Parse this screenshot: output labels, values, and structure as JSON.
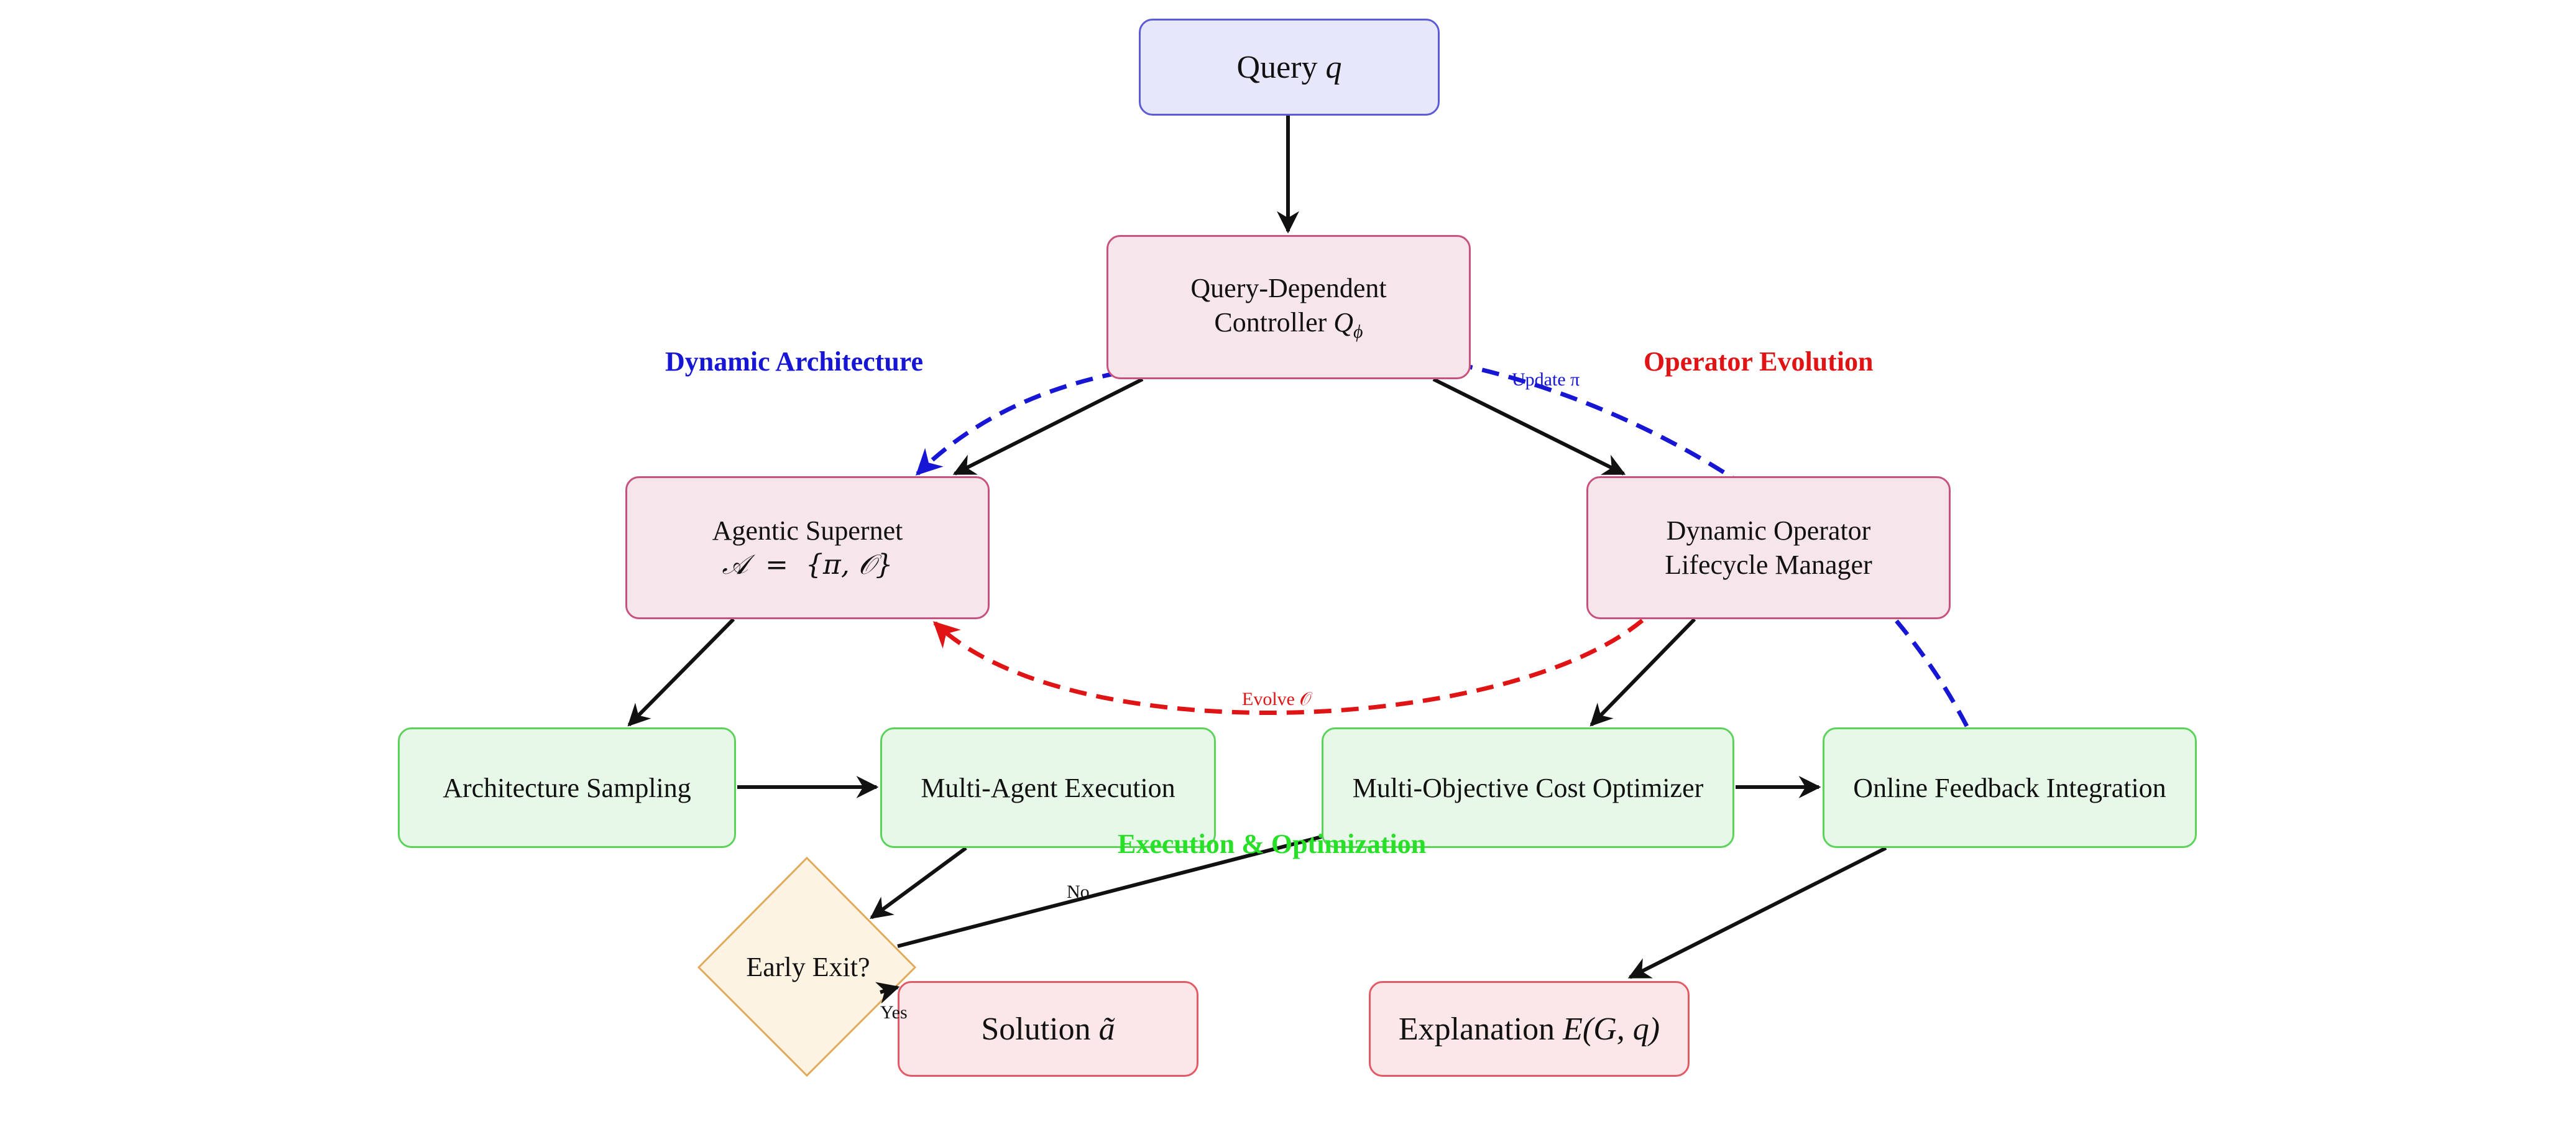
{
  "nodes": {
    "query": {
      "text": "Query",
      "var": "q"
    },
    "controller": {
      "line1": "Query-Dependent",
      "line2": "Controller",
      "var": "Q",
      "sub": "ϕ"
    },
    "supernet": {
      "line1": "Agentic Supernet",
      "formula": "𝒜  =  {π, 𝒪}"
    },
    "operator_manager": {
      "line1": "Dynamic Operator",
      "line2": "Lifecycle Manager"
    },
    "arch_sampling": {
      "text": "Architecture Sampling"
    },
    "multi_agent": {
      "text": "Multi-Agent Execution"
    },
    "cost_optimizer": {
      "text": "Multi-Objective Cost Optimizer"
    },
    "online_feedback": {
      "text": "Online Feedback Integration"
    },
    "early_exit": {
      "text": "Early Exit?"
    },
    "solution": {
      "text": "Solution",
      "var": "ã"
    },
    "explanation": {
      "text": "Explanation",
      "var": "E(G, q)"
    }
  },
  "sections": {
    "dynamic_architecture": "Dynamic Architecture",
    "operator_evolution": "Operator Evolution",
    "execution_optimization": "Execution & Optimization"
  },
  "edge_labels": {
    "update": "Update π",
    "evolve": "Evolve 𝒪",
    "no": "No",
    "yes": "Yes"
  },
  "colors": {
    "query_fill": "#e7e7fb",
    "query_border": "#5b5bd6",
    "core_fill": "#f7e5ec",
    "core_border": "#c8527f",
    "process_fill": "#e8f8e8",
    "process_border": "#5bd35b",
    "output_fill": "#fbe6e8",
    "output_border": "#e35a66",
    "decision_fill": "#fdf3e3",
    "decision_border": "#e0aa5a",
    "update_loop": "#1616d4",
    "evolve_loop": "#e01414",
    "execution_label": "#27e027"
  }
}
